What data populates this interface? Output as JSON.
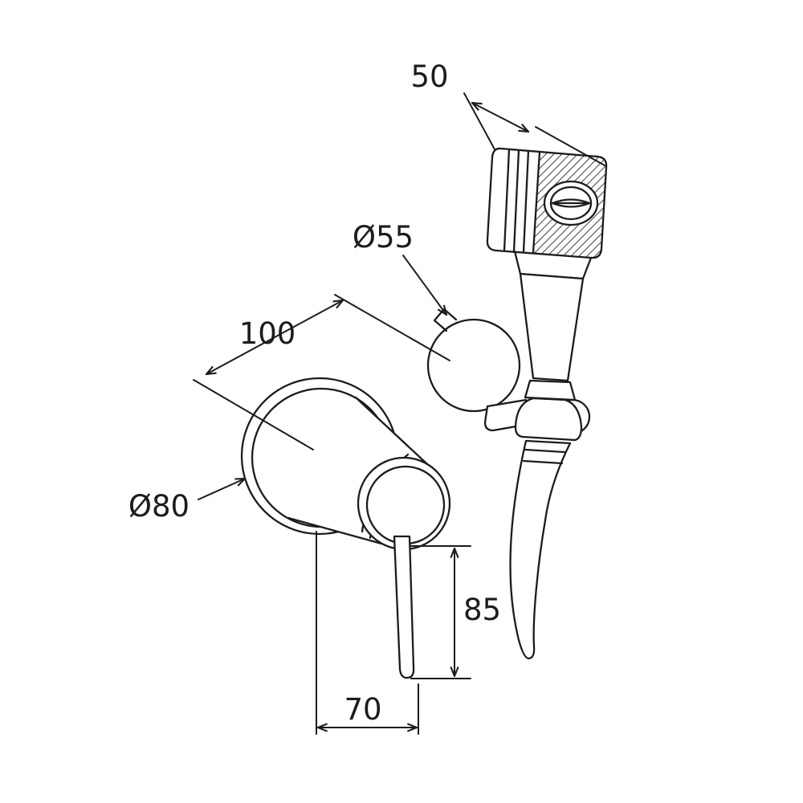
{
  "drawing": {
    "background": "#ffffff",
    "line_color": "#1c1c1c",
    "dimensions": {
      "sprayer_head_width": "50",
      "outlet_diameter": "Ø55",
      "wall_offset": "100",
      "plate_diameter": "Ø80",
      "lever_length": "85",
      "lever_offset": "70"
    }
  }
}
